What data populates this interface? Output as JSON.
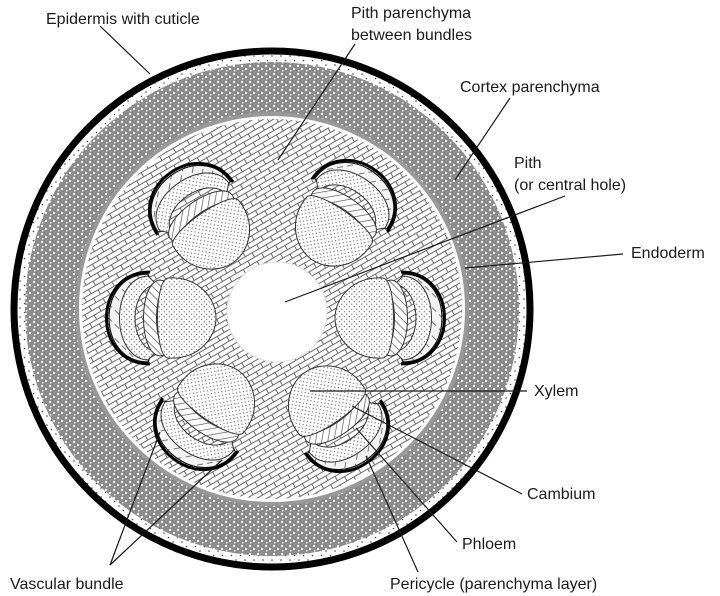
{
  "labels": {
    "epidermis": "Epidermis with cuticle",
    "pith_between_line1": "Pith parenchyma",
    "pith_between_line2": "between bundles",
    "cortex": "Cortex parenchyma",
    "pith_line1": "Pith",
    "pith_line2": "(or central hole)",
    "endoderm": "Endoderm",
    "xylem": "Xylem",
    "cambium": "Cambium",
    "phloem": "Phloem",
    "vascular_bundle": "Vascular bundle",
    "pericycle": "Pericycle (parenchyma layer)"
  }
}
